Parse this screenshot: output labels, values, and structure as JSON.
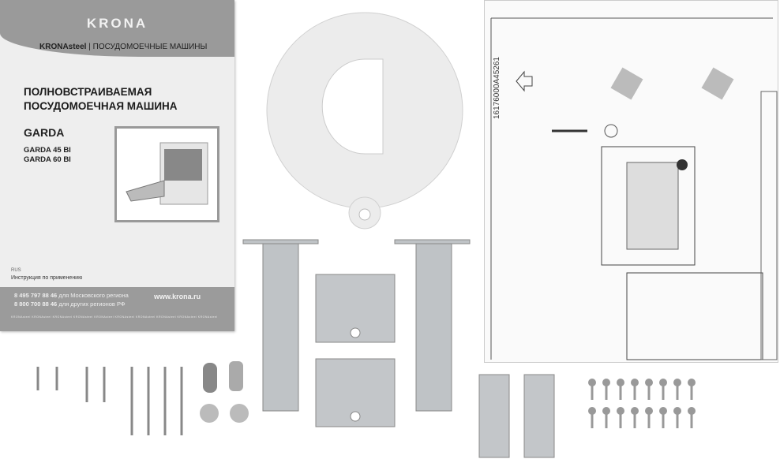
{
  "manual": {
    "brand_logo": "KRONA",
    "series_brand": "KRONAsteel",
    "series_separator": "|",
    "series_text": "ПОСУДОМОЕЧНЫЕ МАШИНЫ",
    "title_line1": "ПОЛНОВСТРАИВАЕМАЯ",
    "title_line2": "ПОСУДОМОЕЧНАЯ МАШИНА",
    "model_family": "GARDA",
    "model_1": "GARDA 45 BI",
    "model_2": "GARDA 60 BI",
    "language": "RUS",
    "subtitle": "Инструкция по применению",
    "phone_1": "8 495 797 88 46",
    "phone_1_note": "для Московского региона",
    "phone_2": "8 800 700 88 46",
    "phone_2_note": "для других регионов РФ",
    "website": "www.krona.ru",
    "footer_strip": "KRONAsteel KRONAsteel KRONAsteel KRONAsteel KRONAsteel KRONAsteel KRONAsteel KRONAsteel KRONAsteel KRONAsteel"
  },
  "installation_sheet": {
    "part_code": "16176000A45261"
  }
}
